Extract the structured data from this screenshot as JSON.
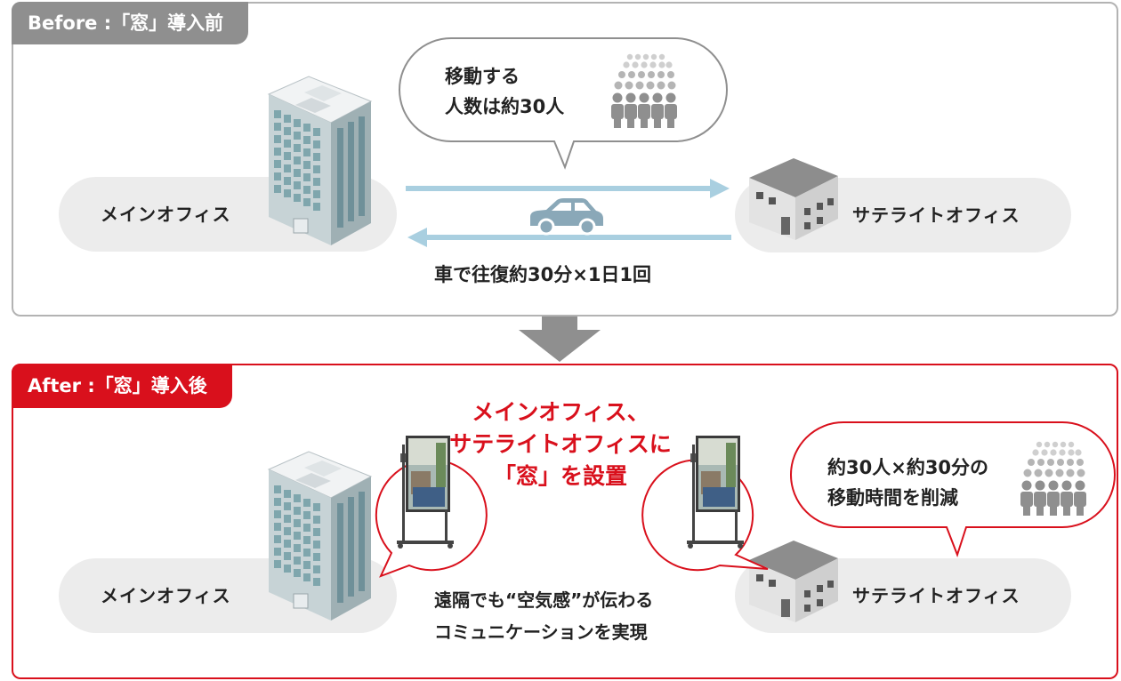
{
  "before": {
    "tab_label": "Before :「窓」導入前",
    "main_office": "メインオフィス",
    "satellite_office": "サテライトオフィス",
    "bubble_line1": "移動する",
    "bubble_line2": "人数は約30人",
    "commute_caption": "車で往復約30分×1日1回"
  },
  "after": {
    "tab_label": "After :「窓」導入後",
    "main_office": "メインオフィス",
    "satellite_office": "サテライトオフィス",
    "headline_line1": "メインオフィス、",
    "headline_line2": "サテライトオフィスに",
    "headline_line3": "「窓」を設置",
    "bubble_line1": "約30人×約30分の",
    "bubble_line2": "移動時間を削減",
    "caption_line1": "遠隔でも“空気感”が伝わる",
    "caption_line2": "コミュニケーションを実現"
  },
  "colors": {
    "before_accent": "#8f8f8f",
    "after_accent": "#d9101c",
    "arrow_blue": "#a9cfe0",
    "car": "#8aa8b8",
    "pill_bg": "#ececec"
  },
  "icons": [
    "office-building-icon",
    "satellite-house-icon",
    "car-icon",
    "crowd-icon",
    "window-display-icon",
    "down-arrow-icon"
  ]
}
